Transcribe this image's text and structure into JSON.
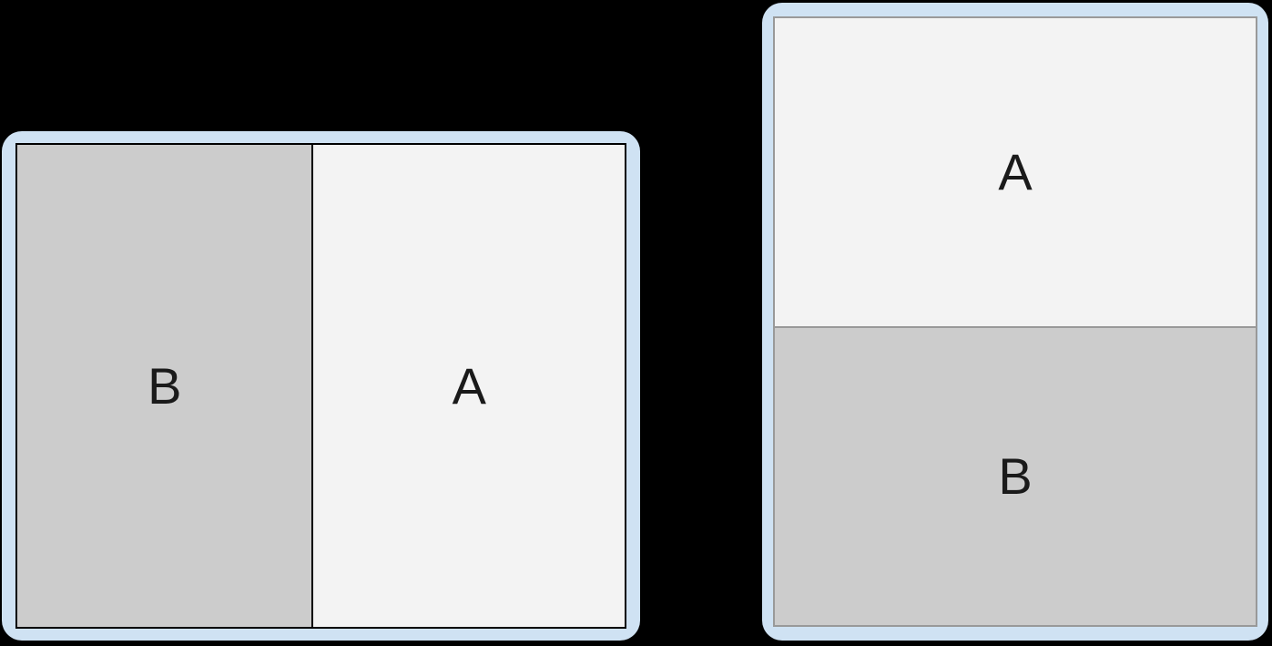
{
  "canvas": {
    "background_color": "#000000"
  },
  "devices": [
    {
      "id": "landscape-two-pane",
      "orientation": "landscape",
      "frame_color": "#cfe2f3",
      "screen_border_color": "#000000",
      "divider_orientation": "vertical",
      "divider_color": "#000000",
      "panes": [
        {
          "label": "B",
          "fill": "#cccccc",
          "position": "left"
        },
        {
          "label": "A",
          "fill": "#f3f3f3",
          "position": "right"
        }
      ]
    },
    {
      "id": "portrait-two-pane",
      "orientation": "portrait",
      "frame_color": "#cfe2f3",
      "screen_border_color": "#999999",
      "divider_orientation": "horizontal",
      "divider_color": "#999999",
      "panes": [
        {
          "label": "A",
          "fill": "#f3f3f3",
          "position": "top"
        },
        {
          "label": "B",
          "fill": "#cccccc",
          "position": "bottom"
        }
      ]
    }
  ]
}
